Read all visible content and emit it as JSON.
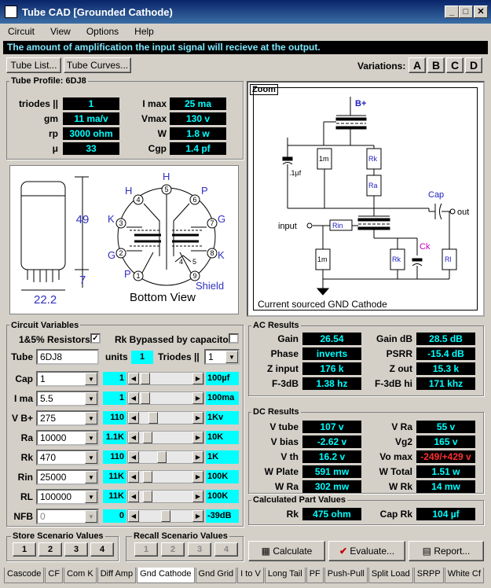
{
  "window": {
    "title": "Tube CAD   [Grounded Cathode)",
    "min": "_",
    "max": "□",
    "close": "✕"
  },
  "menu": [
    "Circuit",
    "View",
    "Options",
    "Help"
  ],
  "hint": "The amount of amplification the input signal will recieve at the output.",
  "toolbar": {
    "tube_list": "Tube List...",
    "tube_curves": "Tube Curves...",
    "variations_label": "Variations:",
    "variations": [
      "A",
      "B",
      "C",
      "D"
    ]
  },
  "tube_profile": {
    "title": "Tube Profile: 6DJ8",
    "left": [
      {
        "label": "triodes ||",
        "value": "1"
      },
      {
        "label": "gm",
        "value": "11 ma/v"
      },
      {
        "label": "rp",
        "value": "3000 ohm"
      },
      {
        "label": "μ",
        "value": "33"
      }
    ],
    "right": [
      {
        "label": "I max",
        "value": "25 ma"
      },
      {
        "label": "Vmax",
        "value": "130 v"
      },
      {
        "label": "W",
        "value": "1.8 w"
      },
      {
        "label": "Cgp",
        "value": "1.4 pf"
      }
    ]
  },
  "tube_drawing": {
    "height": "49",
    "base": "7",
    "width": "22.2",
    "caption": "Bottom View",
    "pins": [
      "1",
      "2",
      "3",
      "4",
      "5",
      "6",
      "7",
      "8",
      "9"
    ],
    "pin_labels": {
      "H1": "H",
      "H2": "H",
      "P1": "P",
      "P2": "P",
      "K1": "K",
      "K2": "K",
      "G1": "G",
      "G2": "G",
      "shield": "Shield"
    },
    "inner": [
      "4",
      "5"
    ]
  },
  "schematic": {
    "zoom": "Zoom",
    "bplus": "B+",
    "r_1m_top": "1m",
    "rk_top": "Rk",
    "ra": "Ra",
    "cap_uf": ".1µf",
    "cap": "Cap",
    "out": "out",
    "input": "input",
    "rin": "Rin",
    "r_1m_bot": "1m",
    "rk": "Rk",
    "ck": "Ck",
    "rl": "Rl",
    "caption": "Current sourced GND Cathode"
  },
  "circuit_vars": {
    "title": "Circuit Variables",
    "resistors": "1&5% Resistors",
    "rk_bypassed": "Rk Bypassed by capacitor",
    "tube_label": "Tube",
    "tube_value": "6DJ8",
    "units_label": "units",
    "units_value": "1",
    "triodes_label": "Triodes ||",
    "triodes_value": "1",
    "rows": [
      {
        "label": "Cap",
        "value": "1",
        "scroll": "1",
        "max": "100µf",
        "pos": 0.02
      },
      {
        "label": "I ma",
        "value": "5.5",
        "scroll": "1",
        "max": "100ma",
        "pos": 0.02
      },
      {
        "label": "V B+",
        "value": "275",
        "scroll": "110",
        "max": "1Kv",
        "pos": 0.2
      },
      {
        "label": "Ra",
        "value": "10000",
        "scroll": "1.1K",
        "max": "10K",
        "pos": 0.08
      },
      {
        "label": "Rk",
        "value": "470",
        "scroll": "110",
        "max": "1K",
        "pos": 0.4
      },
      {
        "label": "Rin",
        "value": "25000",
        "scroll": "11K",
        "max": "100K",
        "pos": 0.08
      },
      {
        "label": "RL",
        "value": "100000",
        "scroll": "11K",
        "max": "100K",
        "pos": 0.08
      },
      {
        "label": "NFB",
        "value": "0",
        "scroll": "0",
        "max": "-39dB",
        "pos": 0.5
      }
    ]
  },
  "store": {
    "title": "Store Scenario Values",
    "buttons": [
      "1",
      "2",
      "3",
      "4"
    ]
  },
  "recall": {
    "title": "Recall Scenario Values",
    "buttons": [
      "1",
      "2",
      "3",
      "4"
    ]
  },
  "ac": {
    "title": "AC Results",
    "left": [
      {
        "label": "Gain",
        "value": "26.54"
      },
      {
        "label": "Phase",
        "value": "inverts"
      },
      {
        "label": "Z input",
        "value": "176 k"
      },
      {
        "label": "F-3dB",
        "value": "1.38 hz"
      }
    ],
    "right": [
      {
        "label": "Gain dB",
        "value": "28.5 dB"
      },
      {
        "label": "PSRR",
        "value": "-15.4 dB"
      },
      {
        "label": "Z out",
        "value": "15.3 k"
      },
      {
        "label": "F-3dB hi",
        "value": "171 khz"
      }
    ]
  },
  "dc": {
    "title": "DC Results",
    "left": [
      {
        "label": "V tube",
        "value": "107 v"
      },
      {
        "label": "V bias",
        "value": "-2.62 v"
      },
      {
        "label": "V th",
        "value": "16.2 v"
      },
      {
        "label": "W Plate",
        "value": "591 mw"
      },
      {
        "label": "W Ra",
        "value": "302 mw"
      }
    ],
    "right": [
      {
        "label": "V Ra",
        "value": "55 v"
      },
      {
        "label": "Vg2",
        "value": "165 v"
      },
      {
        "label": "Vo max",
        "value": "-249/+429 v"
      },
      {
        "label": "W Total",
        "value": "1.51 w"
      },
      {
        "label": "W Rk",
        "value": "14 mw"
      }
    ]
  },
  "calc": {
    "title": "Calculated Part Values",
    "rk_label": "Rk",
    "rk_value": "475 ohm",
    "caprk_label": "Cap Rk",
    "caprk_value": "104 µf"
  },
  "actions": {
    "calculate": "Calculate",
    "evaluate": "Evaluate...",
    "report": "Report..."
  },
  "tabs": [
    "Cascode",
    "CF",
    "Com K",
    "Diff Amp",
    "Gnd Cathode",
    "Gnd Grid",
    "I to V",
    "Long Tail",
    "PF",
    "Push-Pull",
    "Split Load",
    "SRPP",
    "White Cf"
  ],
  "active_tab": "Gnd Cathode"
}
